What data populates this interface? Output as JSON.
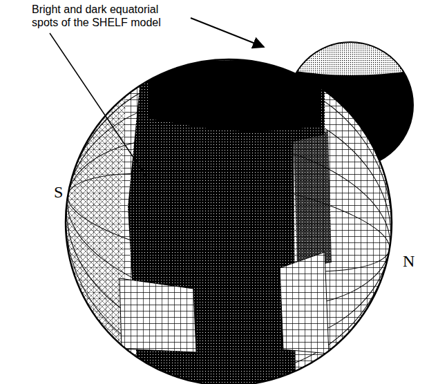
{
  "diagram": {
    "labels": [
      "Bright and dark equatorial spots of the SHELF model",
      "S",
      "N"
    ]
  }
}
